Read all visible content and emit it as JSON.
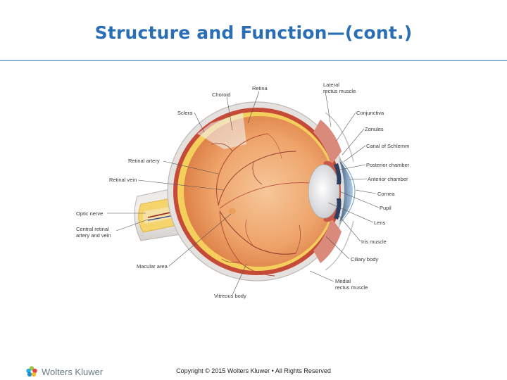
{
  "slide": {
    "title": "Structure and Function—(cont.)",
    "accent_color": "#2a6fb6"
  },
  "diagram": {
    "labels": {
      "choroid": "Choroid",
      "retina": "Retina",
      "lateral_rectus_1": "Lateral",
      "lateral_rectus_2": "rectus muscle",
      "sclera": "Sclera",
      "conjunctiva": "Conjunctiva",
      "zonules": "Zonules",
      "canal_of_schlemm": "Canal of Schlemm",
      "retinal_artery": "Retinal artery",
      "posterior_chamber": "Posterior chamber",
      "retinal_vein": "Retinal vein",
      "anterior_chamber": "Anterior chamber",
      "cornea": "Cornea",
      "pupil": "Pupil",
      "optic_nerve": "Optic nerve",
      "lens": "Lens",
      "central_retinal_1": "Central retinal",
      "central_retinal_2": "artery and vein",
      "iris_muscle": "Iris muscle",
      "ciliary_body": "Ciliary body",
      "macular_area": "Macular area",
      "medial_rectus_1": "Medial",
      "medial_rectus_2": "rectus muscle",
      "vitreous_body": "Vitreous body"
    }
  },
  "footer": {
    "logo_text": "Wolters Kluwer",
    "copyright": "Copyright © 2015 Wolters Kluwer • All Rights Reserved",
    "logo_colors": [
      "#85bc22",
      "#009fe3",
      "#e5202e",
      "#007ac3",
      "#f1b300"
    ]
  }
}
